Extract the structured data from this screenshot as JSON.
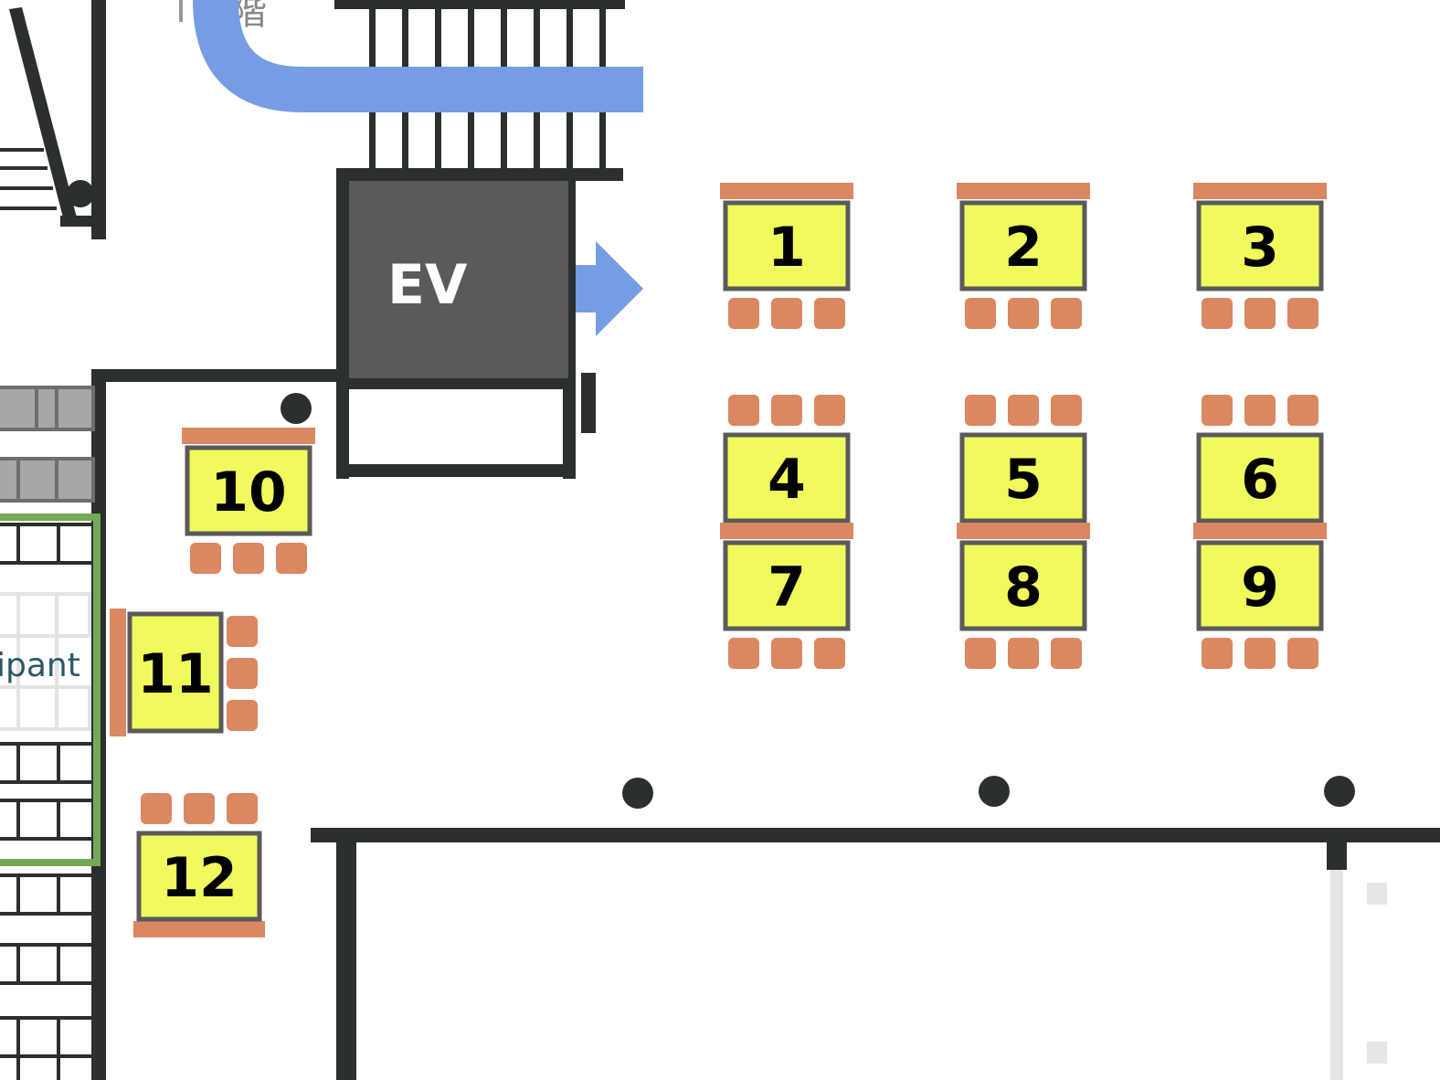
{
  "plan": {
    "title": "Venue floor plan",
    "elevator_label": "EV",
    "area_label_partial": "ipant",
    "top_label_partial": "階",
    "colors": {
      "table_fill": "#f0fa5c",
      "seat": "#db8762",
      "route": "#769de3",
      "wall": "#2b2f2e",
      "elevator": "#5a5a5a",
      "zone_border": "#74a957",
      "zone_label": "#2c5768"
    }
  },
  "tables": [
    {
      "id": "1",
      "label": "1",
      "seats": 3,
      "bench": "top",
      "seat_side": "bottom"
    },
    {
      "id": "2",
      "label": "2",
      "seats": 3,
      "bench": "top",
      "seat_side": "bottom"
    },
    {
      "id": "3",
      "label": "3",
      "seats": 3,
      "bench": "top",
      "seat_side": "bottom"
    },
    {
      "id": "4",
      "label": "4",
      "seats": 3,
      "bench": "bottom",
      "seat_side": "top"
    },
    {
      "id": "5",
      "label": "5",
      "seats": 3,
      "bench": "bottom",
      "seat_side": "top"
    },
    {
      "id": "6",
      "label": "6",
      "seats": 3,
      "bench": "bottom",
      "seat_side": "top"
    },
    {
      "id": "7",
      "label": "7",
      "seats": 3,
      "bench": "top",
      "seat_side": "bottom"
    },
    {
      "id": "8",
      "label": "8",
      "seats": 3,
      "bench": "top",
      "seat_side": "bottom"
    },
    {
      "id": "9",
      "label": "9",
      "seats": 3,
      "bench": "top",
      "seat_side": "bottom"
    },
    {
      "id": "10",
      "label": "10",
      "seats": 3,
      "bench": "top",
      "seat_side": "bottom"
    },
    {
      "id": "11",
      "label": "11",
      "seats": 3,
      "bench": "left",
      "seat_side": "right"
    },
    {
      "id": "12",
      "label": "12",
      "seats": 3,
      "bench": "bottom",
      "seat_side": "top"
    }
  ]
}
